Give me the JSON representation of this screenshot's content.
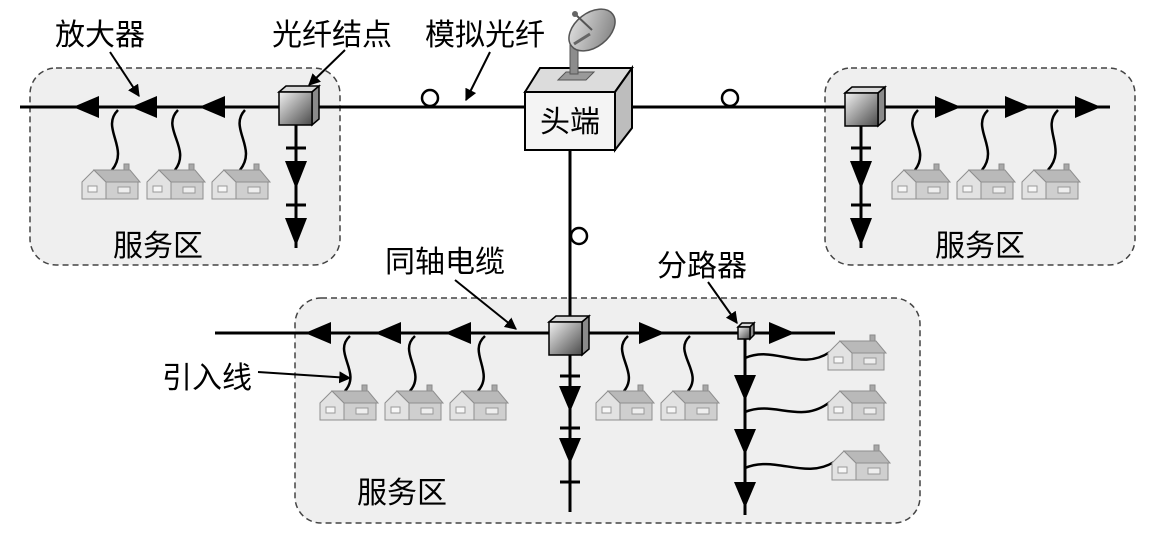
{
  "labels": {
    "amplifier": "放大器",
    "fiber_node": "光纤结点",
    "analog_fiber": "模拟光纤",
    "headend": "头端",
    "coax_cable": "同轴电缆",
    "splitter": "分路器",
    "drop_cable": "引入线"
  },
  "service_areas": [
    "服务区",
    "服务区",
    "服务区"
  ]
}
